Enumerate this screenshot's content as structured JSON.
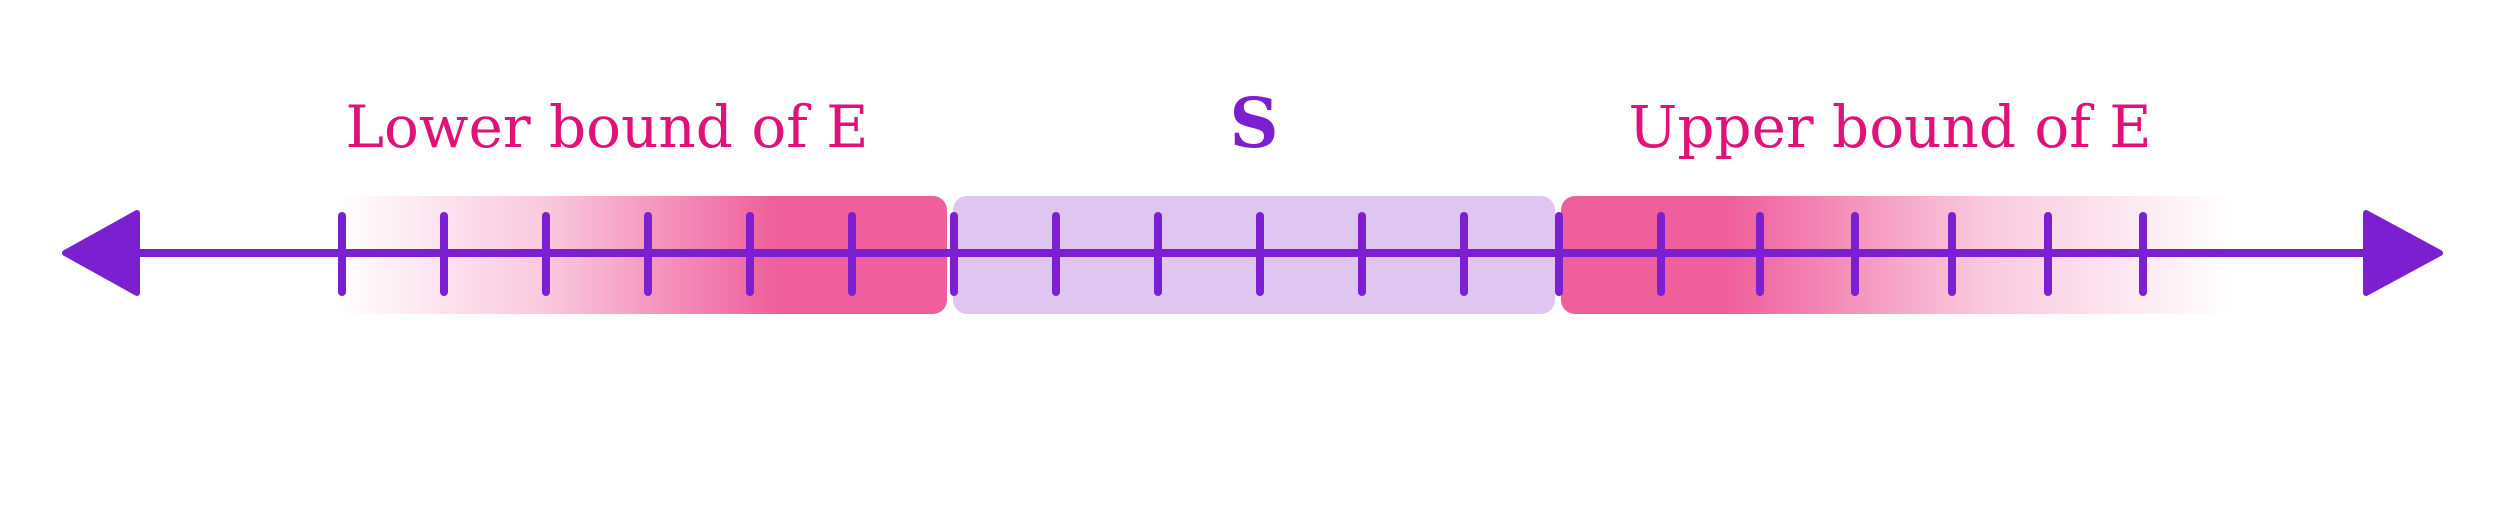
{
  "labels": {
    "lower": "Lower bound of E",
    "set": "S",
    "upper": "Upper bound of E"
  },
  "colors": {
    "line": "#7b1fd0",
    "label_pink": "#e0127a",
    "set_label": "#7b1fd0",
    "pink_region": "#ef5f9b",
    "set_region": "#dfc6f1",
    "background": "#ffffff"
  },
  "tick_count": 19
}
